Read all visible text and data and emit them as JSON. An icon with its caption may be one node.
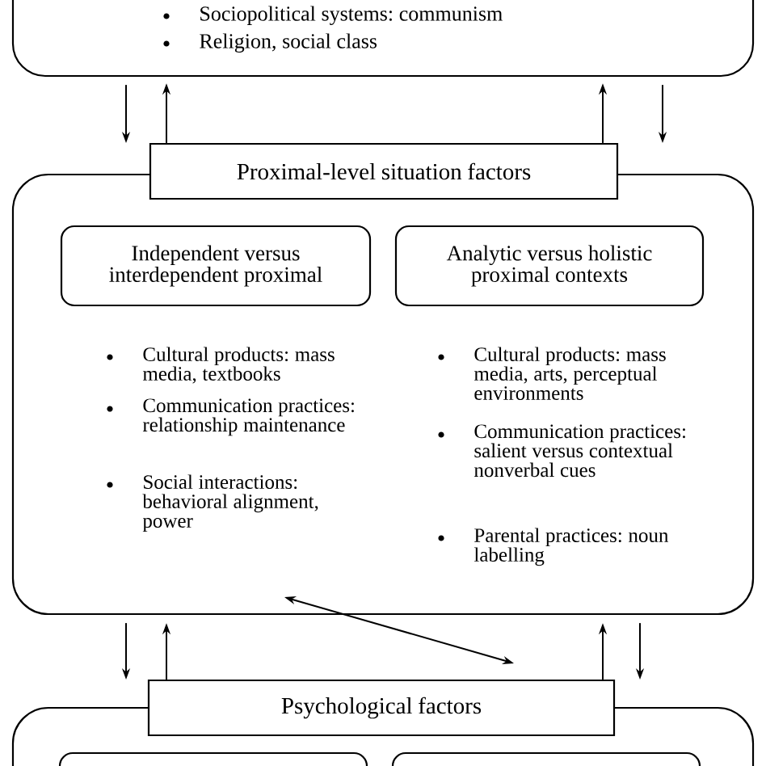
{
  "diagram": {
    "nodes": [
      {
        "text": [
          "Sociopolitical systems: communism",
          "Religion, social class"
        ]
      },
      {
        "text": [
          "Proximal-level situation factors"
        ]
      },
      {
        "text": [
          "Cultural products: mass media, textbooks",
          "Communication practices: relationship maintenance",
          "Social interactions: behavioral alignment, power",
          "Cultural products: mass media, arts, perceptual environments",
          "Communication practices: salient versus contextual nonverbal cues",
          "Parental practices: noun labelling"
        ]
      },
      {
        "text": [
          "Independent versus interdependent proximal"
        ],
        "in": 2
      },
      {
        "text": [
          "Analytic versus holistic proximal contexts"
        ],
        "in": 2
      },
      {
        "text": [
          "Psychological factors"
        ]
      },
      {
        "text": [],
        "shape": "box"
      },
      {
        "text": [],
        "shape": "box",
        "in": 6
      },
      {
        "text": [],
        "shape": "box",
        "in": 6
      }
    ],
    "edges": [
      {
        "from": 0,
        "to": null,
        "arrow": "to"
      },
      {
        "from": 1,
        "to": 0,
        "arrow": "to"
      },
      {
        "from": 1,
        "to": 0,
        "arrow": "to"
      },
      {
        "from": 0,
        "to": null,
        "arrow": "to"
      },
      {
        "from": 2,
        "to": null,
        "arrow": "to"
      },
      {
        "from": 5,
        "to": 2,
        "arrow": "to"
      },
      {
        "from": 5,
        "to": 2,
        "arrow": "to"
      },
      {
        "from": 2,
        "to": null,
        "arrow": "to"
      },
      {
        "from": 2,
        "to": 5,
        "arrow": "both"
      }
    ]
  }
}
